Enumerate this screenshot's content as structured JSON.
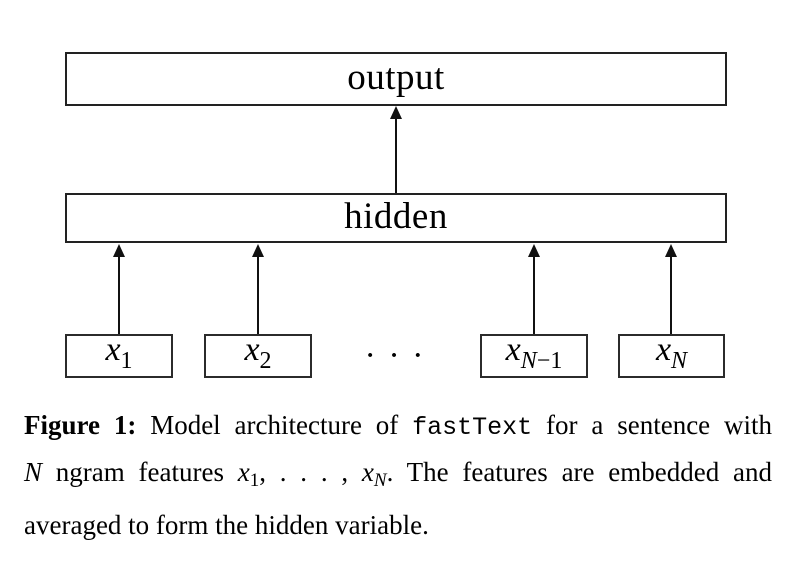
{
  "diagram": {
    "output_box": {
      "label": "output"
    },
    "hidden_box": {
      "label": "hidden"
    },
    "input_boxes": [
      {
        "base": "x",
        "sub_italic": "",
        "sub_plain": "1"
      },
      {
        "base": "x",
        "sub_italic": "",
        "sub_plain": "2"
      },
      {
        "base": "x",
        "sub_italic": "N",
        "sub_plain": "−1"
      },
      {
        "base": "x",
        "sub_italic": "N",
        "sub_plain": ""
      }
    ],
    "ellipsis": "· · ·"
  },
  "caption": {
    "line1": {
      "figure_label": "Figure 1:",
      "text_a": " Model architecture of ",
      "code": "fastText",
      "text_b": " for a sentence with"
    },
    "line2": {
      "math_n": "N",
      "text_a": " ngram features ",
      "x1_base": "x",
      "x1_sub": "1",
      "dots": ", . . . , ",
      "xn_base": "x",
      "xn_sub": "N",
      "text_b": ". The features are embedded and"
    },
    "line3": "averaged to form the hidden variable."
  },
  "colors": {
    "background": "#ffffff",
    "line": "#111111",
    "text": "#000000"
  }
}
